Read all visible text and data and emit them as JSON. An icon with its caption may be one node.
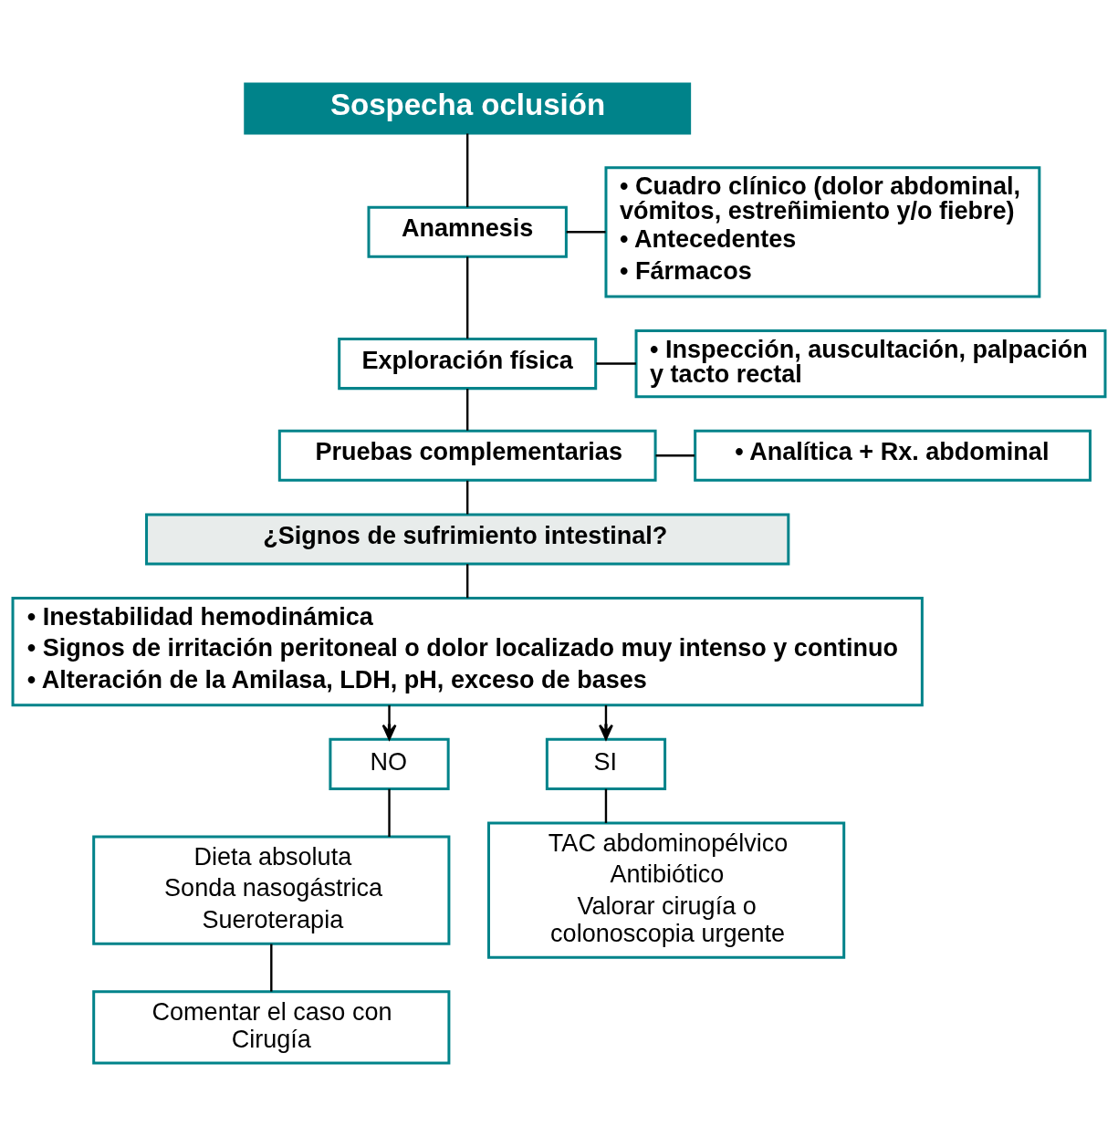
{
  "diagram": {
    "nodes": [
      {
        "text": [
          "Sospecha oclusión"
        ]
      },
      {
        "text": [
          "Anamnesis"
        ]
      },
      {
        "text": [
          "• **Cuadro clínico** (dolor abdominal, vómitos, estreñimiento y/o fiebre)",
          "• Antecedentes",
          "• Fármacos"
        ]
      },
      {
        "text": [
          "Exploración física"
        ]
      },
      {
        "text": [
          "• Inspección, auscultación, palpación y tacto rectal"
        ]
      },
      {
        "text": [
          "Pruebas complementarias"
        ]
      },
      {
        "text": [
          "• Analítica + Rx. abdominal"
        ]
      },
      {
        "text": [
          "¿Signos de sufrimiento intestinal?"
        ]
      },
      {
        "text": [
          "• Inestabilidad hemodinámica",
          "• Signos de irritación peritoneal o dolor localizado muy intenso y continuo",
          "• Alteración de la Amilasa, LDH, pH, exceso de bases"
        ]
      },
      {
        "text": [
          "NO"
        ]
      },
      {
        "text": [
          "SI"
        ]
      },
      {
        "text": [
          "Dieta absoluta",
          "Sonda nasogástrica",
          "Sueroterapia"
        ]
      },
      {
        "text": [
          "Comentar el caso con Cirugía"
        ]
      },
      {
        "text": [
          "TAC abdominopélvico",
          "Antibiótico",
          "Valorar cirugía o colonoscopia urgente"
        ]
      }
    ],
    "edges": [
      {
        "from": 0,
        "to": 1,
        "arrow": "none"
      },
      {
        "from": 1,
        "to": 2,
        "arrow": "none"
      },
      {
        "from": 1,
        "to": 3,
        "arrow": "none"
      },
      {
        "from": 3,
        "to": 4,
        "arrow": "none"
      },
      {
        "from": 3,
        "to": 5,
        "arrow": "none"
      },
      {
        "from": 5,
        "to": 6,
        "arrow": "none"
      },
      {
        "from": 5,
        "to": 7,
        "arrow": "none"
      },
      {
        "from": 7,
        "to": 8,
        "arrow": "none"
      },
      {
        "from": 8,
        "to": 9,
        "arrow": "to"
      },
      {
        "from": 8,
        "to": 10,
        "arrow": "to"
      },
      {
        "from": 9,
        "to": 11,
        "arrow": "none"
      },
      {
        "from": 11,
        "to": 12,
        "arrow": "none"
      },
      {
        "from": 10,
        "to": 13,
        "arrow": "none"
      }
    ]
  }
}
